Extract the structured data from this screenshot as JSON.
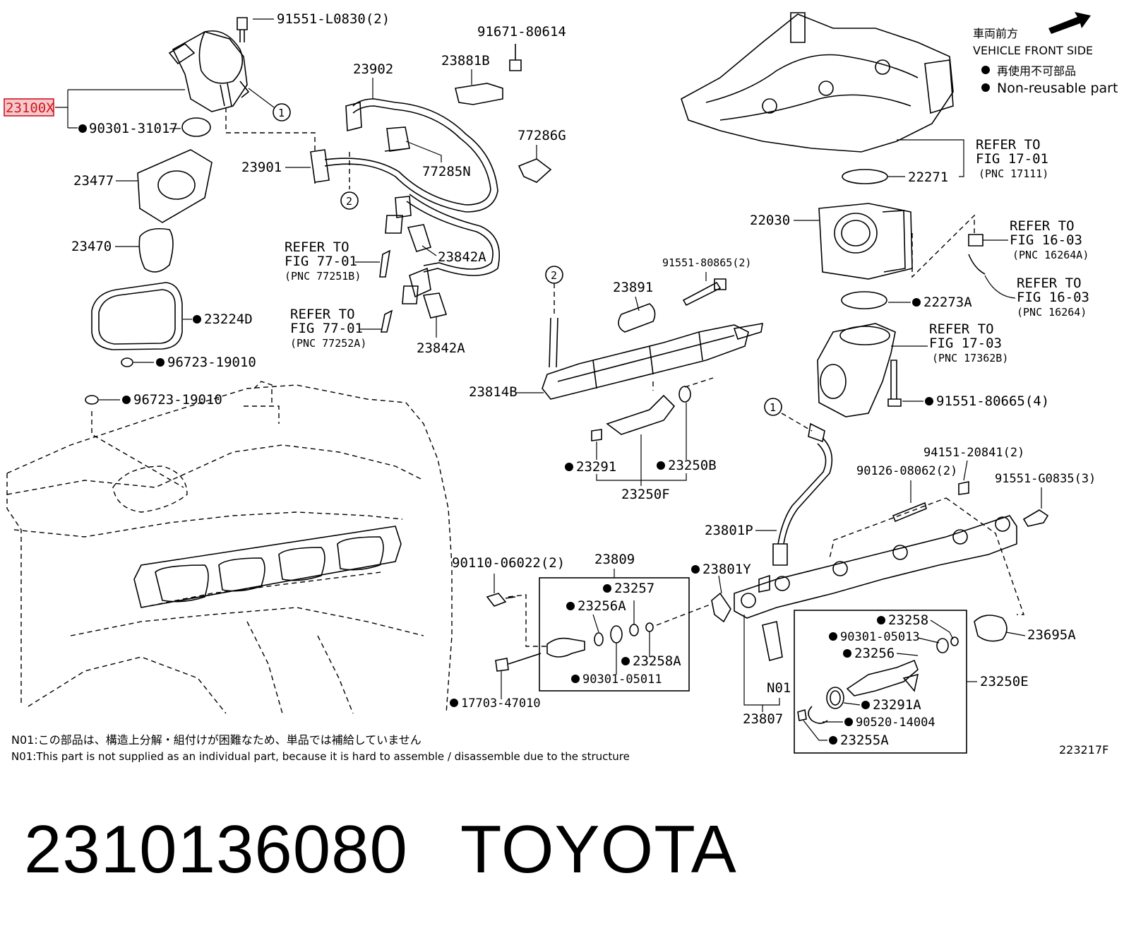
{
  "legend": {
    "front_jp": "車両前方",
    "front_en": "VEHICLE FRONT SIDE",
    "nonreusable_jp": "再使用不可部品",
    "nonreusable_en": "Non-reusable part"
  },
  "parts": {
    "p23100X": "23100X",
    "p91551_L0830": "91551-L0830(2)",
    "p90301_31017": "90301-31017",
    "p23477": "23477",
    "p23470": "23470",
    "p23224D": "23224D",
    "p96723_19010a": "96723-19010",
    "p96723_19010b": "96723-19010",
    "p91671_80614": "91671-80614",
    "p23881B": "23881B",
    "p23902": "23902",
    "p23901": "23901",
    "p77285N": "77285N",
    "p77286G": "77286G",
    "p23842A_a": "23842A",
    "p23842A_b": "23842A",
    "p22271": "22271",
    "p22030": "22030",
    "p22273A": "22273A",
    "p91551_80665": "91551-80665(4)",
    "p91551_80865": "91551-80865(2)",
    "p23891": "23891",
    "p23814B": "23814B",
    "p23291": "23291",
    "p23250B": "23250B",
    "p23250F": "23250F",
    "p94151_20841": "94151-20841(2)",
    "p90126_08062": "90126-08062(2)",
    "p91551_G0835": "91551-G0835(3)",
    "p23801P": "23801P",
    "p23801Y": "23801Y",
    "p90110_06022": "90110-06022(2)",
    "p23809": "23809",
    "p23257": "23257",
    "p23256A": "23256A",
    "p23258A": "23258A",
    "p90301_05011": "90301-05011",
    "p17703_47010": "17703-47010",
    "p23258": "23258",
    "p90301_05013": "90301-05013",
    "p23256": "23256",
    "p23695A": "23695A",
    "p23250E": "23250E",
    "p23291A": "23291A",
    "p90520_14004": "90520-14004",
    "p23255A": "23255A",
    "pN01": "N01",
    "p23807": "23807"
  },
  "refs": {
    "r77251B": [
      "REFER TO",
      "FIG 77-01",
      "(PNC 77251B)"
    ],
    "r77252A": [
      "REFER TO",
      "FIG 77-01",
      "(PNC 77252A)"
    ],
    "r17111": [
      "REFER TO",
      "FIG 17-01",
      "(PNC 17111)"
    ],
    "r16264A": [
      "REFER TO",
      "FIG 16-03",
      "(PNC 16264A)"
    ],
    "r16264": [
      "REFER TO",
      "FIG 16-03",
      "(PNC 16264)"
    ],
    "r17362B": [
      "REFER TO",
      "FIG 17-03",
      "(PNC 17362B)"
    ]
  },
  "callouts": {
    "one": "1",
    "two": "2"
  },
  "notes": {
    "jp": "N01:この部品は、構造上分解・組付けが困難なため、単品では補給していません",
    "en": "N01:This part is not supplied as an individual part, because it is hard to assemble / disassemble due to the structure"
  },
  "figure_id": "223217F",
  "footer": {
    "part_number": "2310136080",
    "brand": "TOYOTA"
  },
  "colors": {
    "highlight_fill": "#f3c9cc",
    "highlight_stroke": "#d4151f"
  }
}
